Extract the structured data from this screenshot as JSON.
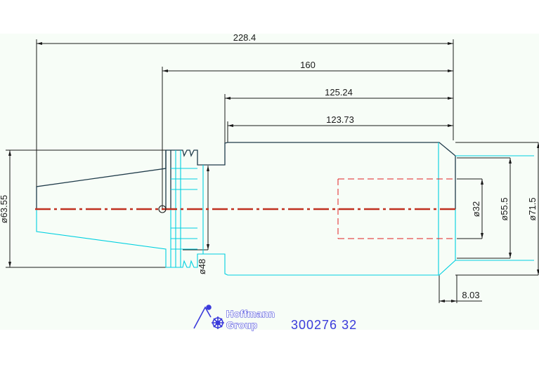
{
  "drawing": {
    "dimensions": {
      "overall_length": "228.4",
      "len_160": "160",
      "len_125": "125.24",
      "len_123": "123.73",
      "dia_63": "ø63.55",
      "dia_48": "ø48",
      "dia_32": "ø32",
      "dia_55": "ø55.5",
      "dia_71": "ø71.5",
      "chamfer": "8.03"
    }
  },
  "logo": {
    "line1": "Hoffmann",
    "line2": "Group"
  },
  "part_number": "300276  32",
  "colors": {
    "outline_dark": "#1f3b4a",
    "outline_cyan": "#00d0e0",
    "hidden_red": "#e02020",
    "centerline": "#c03020",
    "brand_blue": "#3a3adb"
  }
}
